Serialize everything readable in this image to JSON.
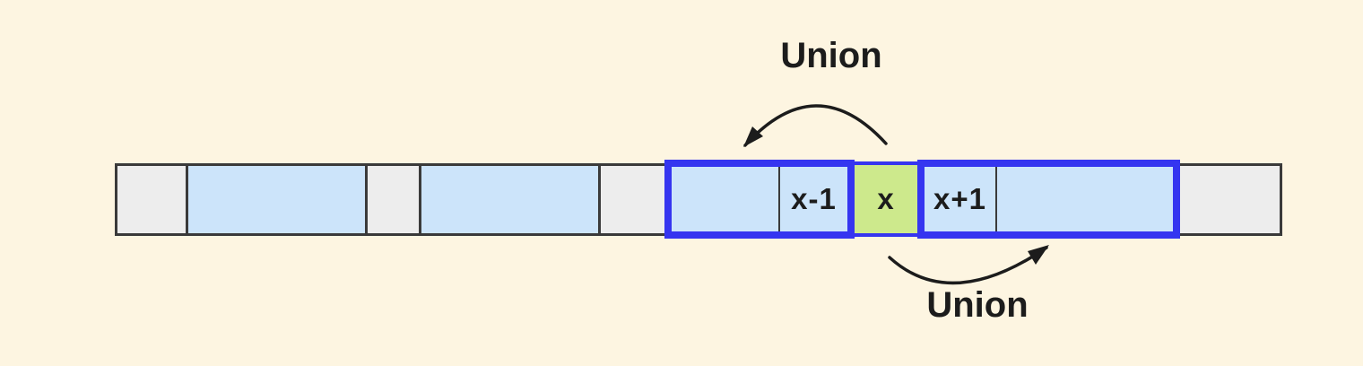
{
  "colors": {
    "background": "#FDF5E1",
    "cell_gray": "#EDEDED",
    "cell_blue": "#CCE4FA",
    "cell_green": "#CDE98C",
    "outline_dark": "#3A3A3A",
    "union_blue": "#3535F0",
    "text": "#1C1C1C"
  },
  "diagram": {
    "union_top": {
      "label": "Union"
    },
    "union_bottom": {
      "label": "Union"
    },
    "cells": [
      {
        "fill": "gray",
        "label": ""
      },
      {
        "fill": "blue",
        "label": ""
      },
      {
        "fill": "gray",
        "label": ""
      },
      {
        "fill": "blue",
        "label": ""
      },
      {
        "fill": "gray",
        "label": ""
      },
      {
        "fill": "blue",
        "label": "",
        "in_segment": "left"
      },
      {
        "fill": "blue",
        "label": "x-1",
        "in_segment": "left"
      },
      {
        "fill": "green",
        "label": "x"
      },
      {
        "fill": "blue",
        "label": "x+1",
        "in_segment": "right"
      },
      {
        "fill": "blue",
        "label": "",
        "in_segment": "right"
      },
      {
        "fill": "gray",
        "label": ""
      }
    ]
  }
}
